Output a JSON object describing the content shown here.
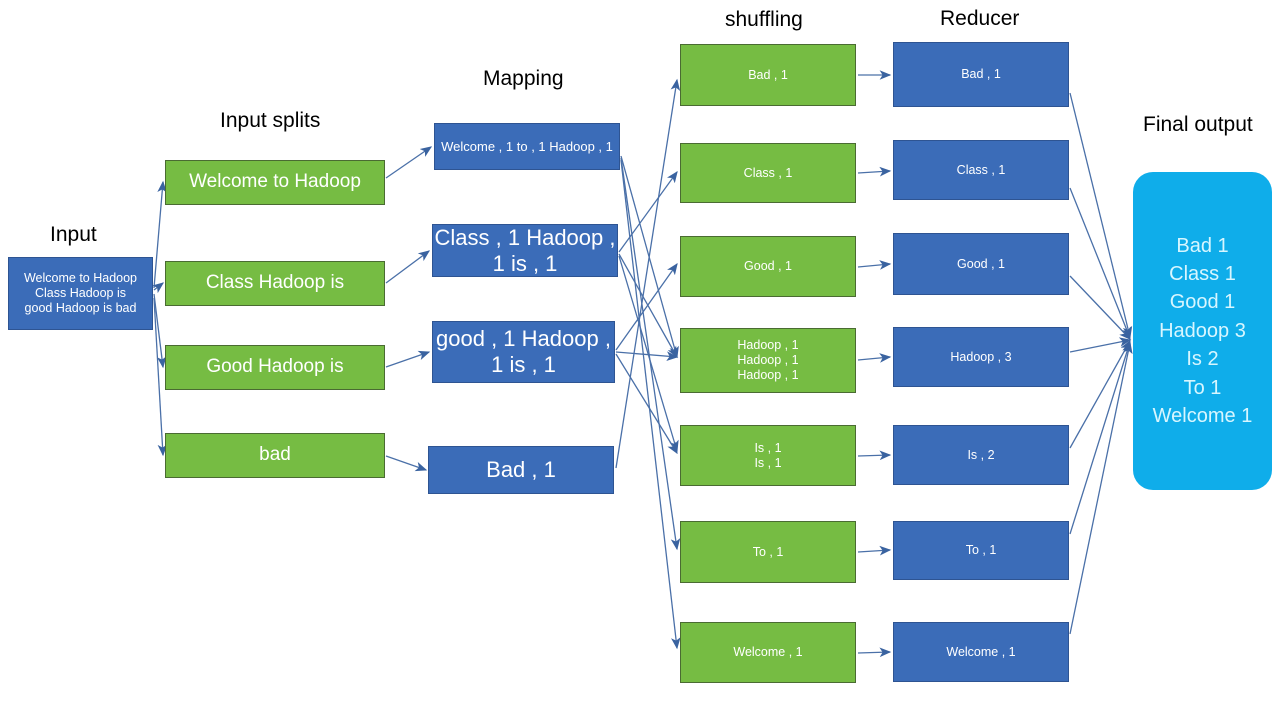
{
  "diagram": {
    "title": "MapReduce word count flow",
    "colors": {
      "green": "#76bc43",
      "blue": "#3b6cb8",
      "cyan": "#0fadea",
      "arrow": "#44699d",
      "label_text": "#000000",
      "box_text": "#ffffff",
      "final_text": "#d7f6ff"
    }
  },
  "labels": {
    "input": "Input",
    "input_splits": "Input splits",
    "mapping": "Mapping",
    "shuffling": "shuffling",
    "reducer": "Reducer",
    "final_output": "Final output"
  },
  "input": {
    "text": "Welcome to Hadoop\nClass Hadoop is\ngood Hadoop is bad"
  },
  "splits": [
    {
      "text": "Welcome to Hadoop"
    },
    {
      "text": "Class Hadoop is"
    },
    {
      "text": "Good Hadoop is"
    },
    {
      "text": "bad"
    }
  ],
  "mapping": [
    {
      "text": "Welcome , 1 to , 1 Hadoop , 1"
    },
    {
      "text": "Class , 1 Hadoop , 1 is , 1"
    },
    {
      "text": "good , 1 Hadoop , 1 is , 1"
    },
    {
      "text": "Bad , 1"
    }
  ],
  "shuffling": [
    {
      "text": "Bad , 1"
    },
    {
      "text": "Class , 1"
    },
    {
      "text": "Good , 1"
    },
    {
      "text": "Hadoop , 1\nHadoop , 1\nHadoop , 1"
    },
    {
      "text": "Is , 1\nIs , 1"
    },
    {
      "text": "To , 1"
    },
    {
      "text": "Welcome , 1"
    }
  ],
  "reducer": [
    {
      "text": "Bad , 1"
    },
    {
      "text": "Class , 1"
    },
    {
      "text": "Good , 1"
    },
    {
      "text": "Hadoop , 3"
    },
    {
      "text": "Is , 2"
    },
    {
      "text": "To , 1"
    },
    {
      "text": "Welcome , 1"
    }
  ],
  "final_output": {
    "text": "Bad 1\nClass 1\nGood 1\nHadoop 3\nIs 2\nTo 1\nWelcome 1",
    "counts": [
      {
        "word": "Bad",
        "count": 1
      },
      {
        "word": "Class",
        "count": 1
      },
      {
        "word": "Good",
        "count": 1
      },
      {
        "word": "Hadoop",
        "count": 3
      },
      {
        "word": "Is",
        "count": 2
      },
      {
        "word": "To",
        "count": 1
      },
      {
        "word": "Welcome",
        "count": 1
      }
    ]
  }
}
